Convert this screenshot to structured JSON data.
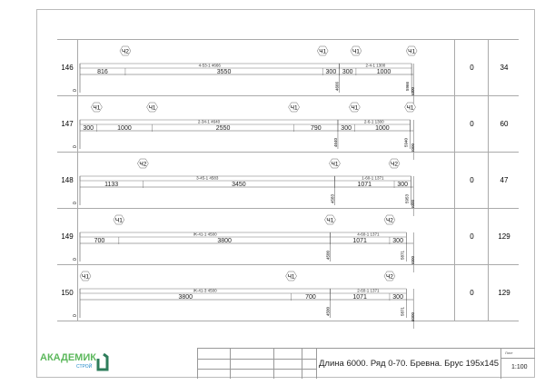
{
  "rows": [
    {
      "id": "146",
      "c1": "0",
      "c2": "34",
      "origin": "0",
      "beams": [
        {
          "label": "4-53-1  4666",
          "from": 0,
          "to": 4666
        },
        {
          "label": "2-4-1  1300",
          "from": 4666,
          "to": 5966
        }
      ],
      "dims": [
        {
          "from": 0,
          "to": 816,
          "text": "816"
        },
        {
          "from": 816,
          "to": 4366,
          "text": "3550"
        },
        {
          "from": 4366,
          "to": 4666,
          "text": "300"
        },
        {
          "from": 4666,
          "to": 4966,
          "text": "300"
        },
        {
          "from": 4966,
          "to": 5966,
          "text": "1000"
        }
      ],
      "markers": [
        {
          "at": 816,
          "text": "Ч2"
        },
        {
          "at": 4366,
          "text": "Ч1"
        },
        {
          "at": 4966,
          "text": "Ч1"
        },
        {
          "at": 5966,
          "text": "Ч1"
        }
      ],
      "verticals": [
        {
          "at": 4666,
          "text": "4666"
        },
        {
          "at": 5966,
          "text": "5966"
        },
        {
          "at": 6000,
          "text": "6000"
        }
      ]
    },
    {
      "id": "147",
      "c1": "0",
      "c2": "60",
      "origin": "0",
      "beams": [
        {
          "label": "2-34-1  4640",
          "from": 0,
          "to": 4640
        },
        {
          "label": "2-6-1  1300",
          "from": 4640,
          "to": 5940
        }
      ],
      "dims": [
        {
          "from": 0,
          "to": 300,
          "text": "300"
        },
        {
          "from": 300,
          "to": 1300,
          "text": "1000"
        },
        {
          "from": 1300,
          "to": 3850,
          "text": "2550"
        },
        {
          "from": 3850,
          "to": 4640,
          "text": "790"
        },
        {
          "from": 4640,
          "to": 4940,
          "text": "300"
        },
        {
          "from": 4940,
          "to": 5940,
          "text": "1000"
        }
      ],
      "markers": [
        {
          "at": 300,
          "text": "Ч1"
        },
        {
          "at": 1300,
          "text": "Ч1"
        },
        {
          "at": 3850,
          "text": "Ч1"
        },
        {
          "at": 4940,
          "text": "Ч1"
        },
        {
          "at": 5940,
          "text": "Ч1"
        }
      ],
      "verticals": [
        {
          "at": 4640,
          "text": "4640"
        },
        {
          "at": 5940,
          "text": "5940"
        },
        {
          "at": 6000,
          "text": "6000"
        }
      ]
    },
    {
      "id": "148",
      "c1": "0",
      "c2": "47",
      "origin": "0",
      "beams": [
        {
          "label": "3-45-1  4583",
          "from": 0,
          "to": 4583
        },
        {
          "label": "1-60-1  1371",
          "from": 4583,
          "to": 5954
        }
      ],
      "dims": [
        {
          "from": 0,
          "to": 1133,
          "text": "1133"
        },
        {
          "from": 1133,
          "to": 4583,
          "text": "3450"
        },
        {
          "from": 4583,
          "to": 5654,
          "text": "1071"
        },
        {
          "from": 5654,
          "to": 5954,
          "text": "300"
        }
      ],
      "markers": [
        {
          "at": 1133,
          "text": "Ч2"
        },
        {
          "at": 4583,
          "text": "Ч1"
        },
        {
          "at": 5654,
          "text": "Ч2"
        }
      ],
      "verticals": [
        {
          "at": 4583,
          "text": "4583"
        },
        {
          "at": 5954,
          "text": "5953"
        },
        {
          "at": 6000,
          "text": "6000"
        }
      ]
    },
    {
      "id": "149",
      "c1": "0",
      "c2": "129",
      "origin": "0",
      "beams": [
        {
          "label": "Ж-41-1  4500",
          "from": 0,
          "to": 4500
        },
        {
          "label": "4-60-1  1371",
          "from": 4500,
          "to": 5871
        }
      ],
      "dims": [
        {
          "from": 0,
          "to": 700,
          "text": "700"
        },
        {
          "from": 700,
          "to": 4500,
          "text": "3800"
        },
        {
          "from": 4500,
          "to": 5571,
          "text": "1071"
        },
        {
          "from": 5571,
          "to": 5871,
          "text": "300"
        }
      ],
      "markers": [
        {
          "at": 700,
          "text": "Ч1"
        },
        {
          "at": 4500,
          "text": "Ч1"
        },
        {
          "at": 5571,
          "text": "Ч2"
        }
      ],
      "verticals": [
        {
          "at": 4500,
          "text": "4500"
        },
        {
          "at": 5871,
          "text": "5871"
        },
        {
          "at": 6000,
          "text": "6000"
        }
      ]
    },
    {
      "id": "150",
      "c1": "0",
      "c2": "129",
      "origin": "0",
      "beams": [
        {
          "label": "Ж-41-3  4500",
          "from": 0,
          "to": 4500
        },
        {
          "label": "2-60-1  1371",
          "from": 4500,
          "to": 5871
        }
      ],
      "dims": [
        {
          "from": 0,
          "to": 3800,
          "text": "3800"
        },
        {
          "from": 3800,
          "to": 4500,
          "text": "700"
        },
        {
          "from": 4500,
          "to": 5571,
          "text": "1071"
        },
        {
          "from": 5571,
          "to": 5871,
          "text": "300"
        }
      ],
      "markers": [
        {
          "at": 0,
          "text": "Ч1"
        },
        {
          "at": 3800,
          "text": "Ч1"
        },
        {
          "at": 5571,
          "text": "Ч2"
        }
      ],
      "verticals": [
        {
          "at": 4500,
          "text": "4500"
        },
        {
          "at": 5871,
          "text": "5871"
        },
        {
          "at": 6000,
          "text": "6000"
        }
      ]
    }
  ],
  "title_block": {
    "title": "Длина 6000. Ряд 0-70. Бревна. Брус 195x145",
    "sheet_label": "Лист",
    "scale": "1:100"
  },
  "logo": {
    "name": "АКАДЕМИК",
    "sub": "СТРОЙ"
  }
}
